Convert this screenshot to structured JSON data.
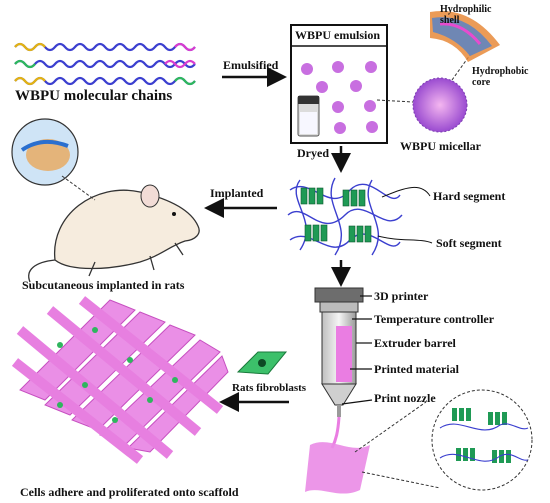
{
  "labels": {
    "molecular_chains": "WBPU molecular chains",
    "emulsified": "Emulsified",
    "emulsion_title": "WBPU emulsion",
    "hydrophilic_shell": "Hydrophilic shell",
    "hydrophobic_core": "Hydrophobic core",
    "dryed": "Dryed",
    "micellar": "WBPU micellar",
    "implanted": "Implanted",
    "hard_segment": "Hard segment",
    "soft_segment": "Soft segment",
    "subcutaneous": "Subcutaneous implanted in rats",
    "printer": "3D printer",
    "temp_controller": "Temperature controller",
    "extruder_barrel": "Extruder barrel",
    "printed_material": "Printed material",
    "print_nozzle": "Print nozzle",
    "rats_fibroblasts": "Rats fibroblasts",
    "cells_adhere": "Cells adhere and proliferated onto scaffold"
  },
  "colors": {
    "pink": "#e26fd9",
    "purple": "#b86fd6",
    "blue_chain": "#3b3fcf",
    "green_block": "#1f9a55",
    "arrow": "#111111"
  },
  "icons": [
    "rat-illustration",
    "syringe-printer-icon",
    "scaffold-illustration",
    "fibroblast-icon"
  ]
}
